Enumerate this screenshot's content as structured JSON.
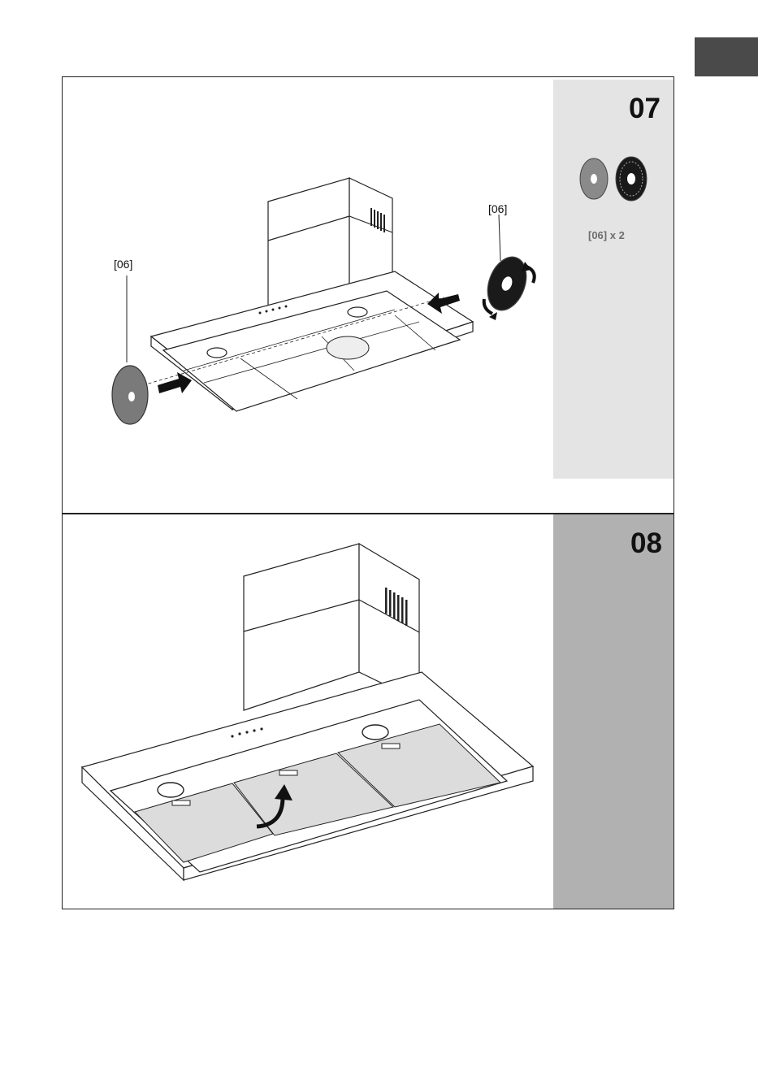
{
  "steps": [
    {
      "number": "07",
      "callout_left": "[06]",
      "callout_right": "[06]",
      "parts_quantity": "[06] x 2"
    },
    {
      "number": "08"
    }
  ],
  "colors": {
    "tab": "#4a4a4a",
    "panel_light": "#e4e4e4",
    "panel_dark": "#b1b1b1",
    "filter_grey": "#7a7a7a",
    "grease_filter": "#dcdcdc"
  }
}
